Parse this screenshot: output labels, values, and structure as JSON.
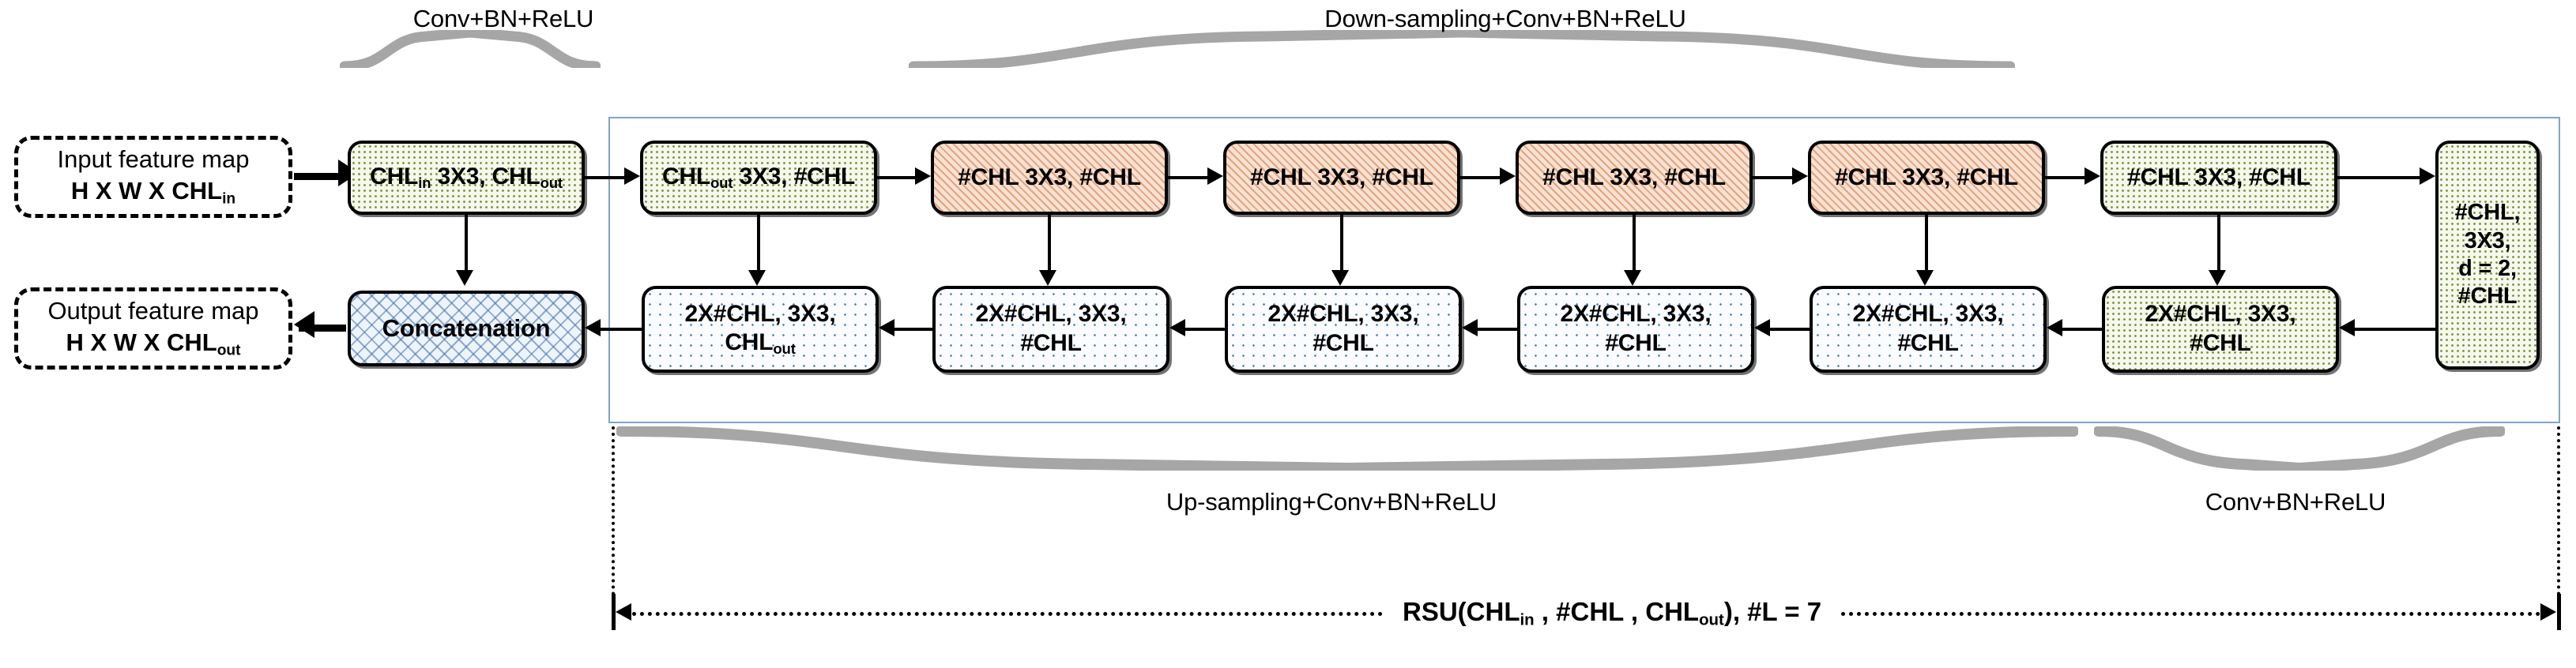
{
  "diagram": {
    "title": "RSU block architecture",
    "colors": {
      "green_fill": "#f6f8ee",
      "green_dot": "#7f9b3f",
      "orange_fill": "#f6e2d4",
      "orange_hatch": "#d67032",
      "blue_dot": "#5b86c4",
      "concat_fill": "#eef4fb",
      "panel_border": "#7fa4cd",
      "brace": "#a6a6a6",
      "stroke": "#000000"
    }
  },
  "io": {
    "input": {
      "line1": "Input feature map",
      "line2_a": "H",
      "line2_x1": "X",
      "line2_b": "W",
      "line2_x2": "X",
      "line2_c": "CHL",
      "line2_sub": "in"
    },
    "output": {
      "line1": "Output feature map",
      "line2_a": "H",
      "line2_x1": "X",
      "line2_b": "W",
      "line2_x2": "X",
      "line2_c": "CHL",
      "line2_sub": "out"
    }
  },
  "captions": {
    "top_left": "Conv+BN+ReLU",
    "top_right": "Down-sampling+Conv+BN+ReLU",
    "bottom_left": "Up-sampling+Conv+BN+ReLU",
    "bottom_right": "Conv+BN+ReLU"
  },
  "rsu_label": {
    "prefix": "RSU(CHL",
    "sub1": "in",
    "mid": " , #CHL , CHL",
    "sub2": "out",
    "suffix": "), #L = 7"
  },
  "encoder": [
    {
      "id": "enc0",
      "fill": "green",
      "text_html": "CHL<sub>in</sub> 3X3, CHL<sub>out</sub>",
      "plain": "CHL_in 3X3, CHL_out"
    },
    {
      "id": "enc1",
      "fill": "green",
      "text_html": "CHL<sub>out</sub> 3X3, #CHL",
      "plain": "CHL_out 3X3, #CHL"
    },
    {
      "id": "enc2",
      "fill": "orange",
      "text_html": "#CHL 3X3, #CHL",
      "plain": "#CHL 3X3, #CHL"
    },
    {
      "id": "enc3",
      "fill": "orange",
      "text_html": "#CHL 3X3, #CHL",
      "plain": "#CHL 3X3, #CHL"
    },
    {
      "id": "enc4",
      "fill": "orange",
      "text_html": "#CHL 3X3, #CHL",
      "plain": "#CHL 3X3, #CHL"
    },
    {
      "id": "enc5",
      "fill": "orange",
      "text_html": "#CHL 3X3, #CHL",
      "plain": "#CHL 3X3, #CHL"
    },
    {
      "id": "enc6",
      "fill": "green",
      "text_html": "#CHL 3X3, #CHL",
      "plain": "#CHL 3X3, #CHL"
    }
  ],
  "bridge": {
    "id": "dilated",
    "fill": "green",
    "text_html": "#CHL,<br>3X3,<br>d = 2,<br>#CHL",
    "plain": "#CHL, 3X3, d = 2, #CHL"
  },
  "decoder": [
    {
      "id": "dec0",
      "fill": "bluedot",
      "text_html": "2X#CHL, 3X3,<br>CHL<sub>out</sub>",
      "plain": "2X#CHL, 3X3, CHL_out"
    },
    {
      "id": "dec1",
      "fill": "bluedot",
      "text_html": "2X#CHL, 3X3,<br>#CHL",
      "plain": "2X#CHL, 3X3, #CHL"
    },
    {
      "id": "dec2",
      "fill": "bluedot",
      "text_html": "2X#CHL, 3X3,<br>#CHL",
      "plain": "2X#CHL, 3X3, #CHL"
    },
    {
      "id": "dec3",
      "fill": "bluedot",
      "text_html": "2X#CHL, 3X3,<br>#CHL",
      "plain": "2X#CHL, 3X3, #CHL"
    },
    {
      "id": "dec4",
      "fill": "bluedot",
      "text_html": "2X#CHL, 3X3,<br>#CHL",
      "plain": "2X#CHL, 3X3, #CHL"
    },
    {
      "id": "dec5",
      "fill": "green",
      "text_html": "2X#CHL, 3X3,<br>#CHL",
      "plain": "2X#CHL, 3X3, #CHL"
    }
  ],
  "concat": {
    "label": "Concatenation"
  }
}
